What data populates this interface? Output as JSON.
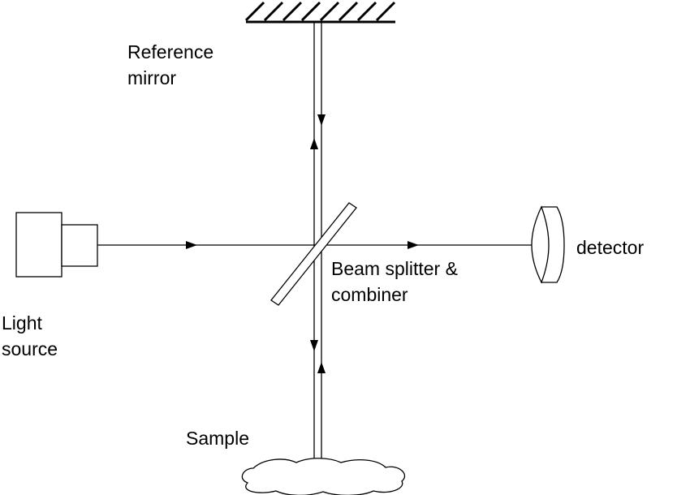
{
  "labels": {
    "reference_mirror": [
      "Reference",
      "mirror"
    ],
    "light_source": [
      "Light",
      "source"
    ],
    "beam_splitter": [
      "Beam splitter &",
      "combiner"
    ],
    "detector": [
      "detector"
    ],
    "sample": [
      "Sample"
    ]
  },
  "components": {
    "reference_mirror": "mirror-hatch-icon",
    "light_source": "light-source-icon",
    "beam_splitter": "beam-splitter-icon",
    "detector": "detector-lens-icon",
    "sample": "sample-cloud-icon"
  },
  "colors": {
    "stroke": "#000000",
    "background": "#ffffff"
  }
}
